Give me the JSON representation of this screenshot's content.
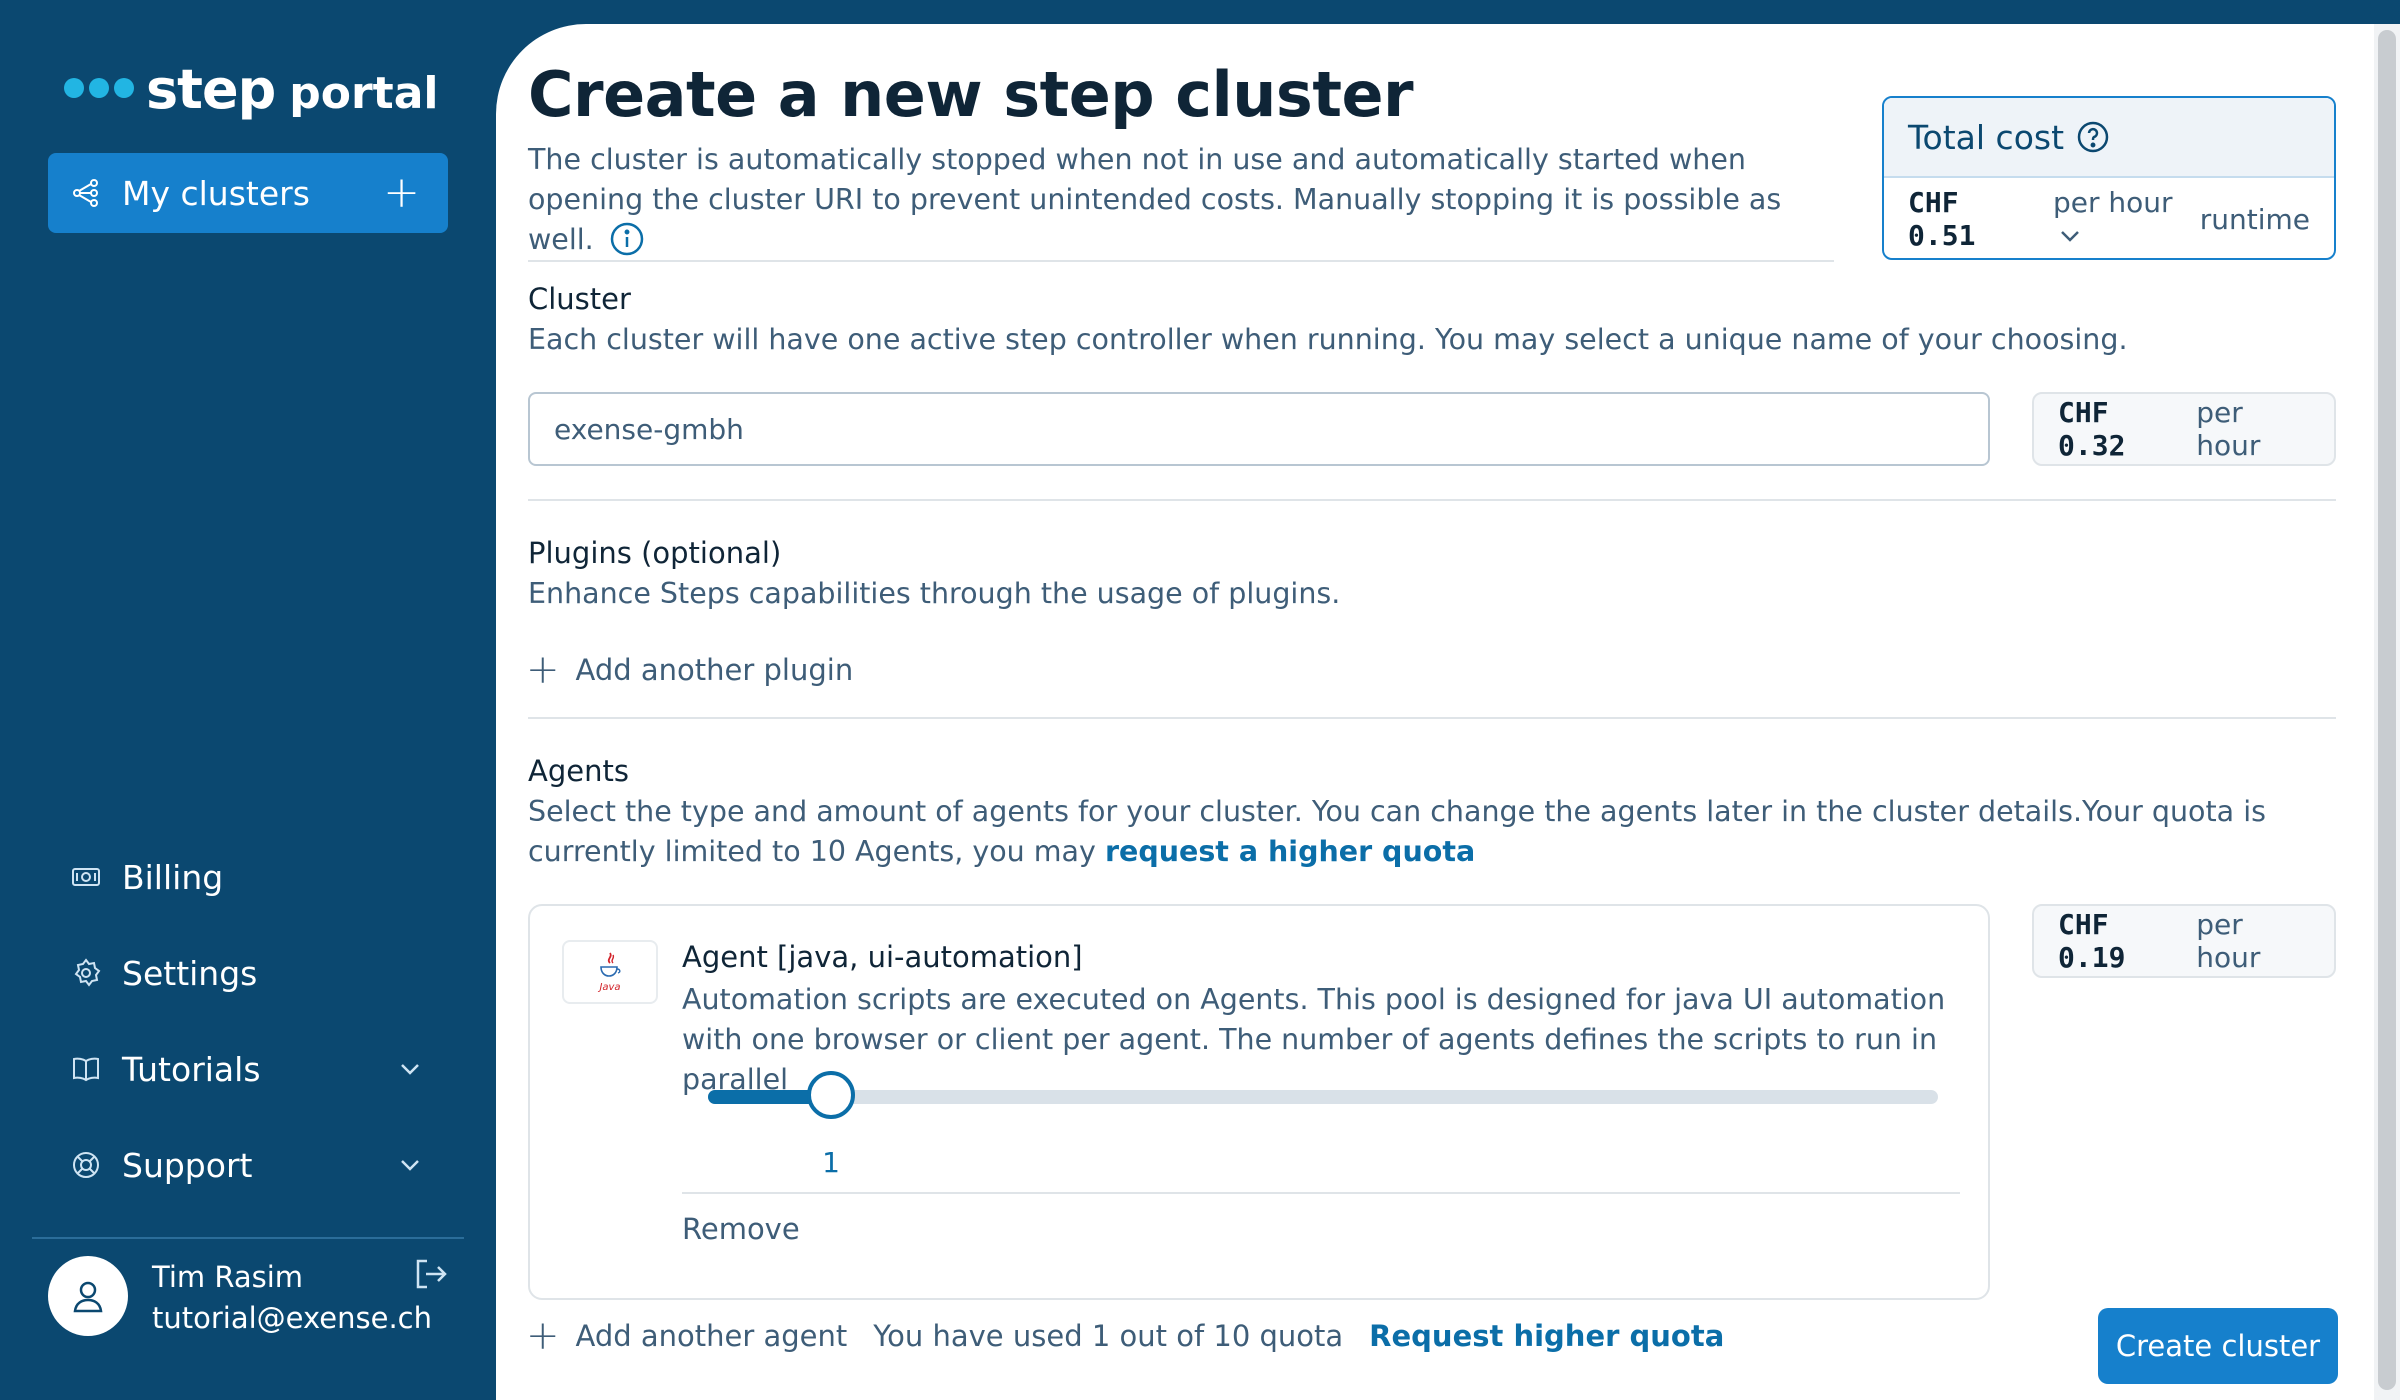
{
  "logo": {
    "name": "step",
    "suffix": "portal"
  },
  "sidebar": {
    "primary": {
      "label": "My clusters",
      "icon": "cluster-icon",
      "action_icon": "plus-icon"
    },
    "items": [
      {
        "label": "Billing",
        "icon": "billing-icon"
      },
      {
        "label": "Settings",
        "icon": "gear-icon"
      },
      {
        "label": "Tutorials",
        "icon": "book-icon",
        "expandable": true
      },
      {
        "label": "Support",
        "icon": "lifebuoy-icon",
        "expandable": true
      }
    ],
    "user": {
      "name": "Tim Rasim",
      "email": "tutorial@exense.ch"
    }
  },
  "page": {
    "title": "Create a new step cluster",
    "description": "The cluster is automatically stopped when not in use and automatically started when opening the cluster URI to prevent unintended costs. Manually stopping it is possible as well."
  },
  "total_cost": {
    "title": "Total cost",
    "amount": "CHF 0.51",
    "unit": "per hour",
    "mode": "runtime"
  },
  "cluster": {
    "title": "Cluster",
    "description": "Each cluster will have one active step controller when running. You may select a unique name of your choosing.",
    "name_value": "exense-gmbh",
    "price": "CHF 0.32",
    "price_unit": "per hour"
  },
  "plugins": {
    "title": "Plugins (optional)",
    "description": "Enhance Steps capabilities through the usage of plugins.",
    "add_label": "Add another plugin"
  },
  "agents": {
    "title": "Agents",
    "description": "Select the type and amount of agents for your cluster. You can change the agents later in the cluster details.Your quota is currently limited to 10 Agents, you may",
    "quota_link": "request a higher quota",
    "card": {
      "logo_text": "Java",
      "title": "Agent [java, ui-automation]",
      "description": "Automation scripts are executed on Agents. This pool is designed for java UI automation with one browser or client per agent. The number of agents defines the scripts to run in parallel",
      "count": 1,
      "count_label": "1",
      "slider_max": 10,
      "remove_label": "Remove",
      "price": "CHF 0.19",
      "price_unit": "per hour"
    },
    "add_label": "Add another agent",
    "quota_used": "You have used 1 out of 10 quota",
    "request_label": "Request higher quota"
  },
  "actions": {
    "create_label": "Create cluster"
  },
  "colors": {
    "sidebar_bg": "#0b4870",
    "accent": "#1680cc",
    "link": "#0b6ea8",
    "text_muted": "#3e5d78"
  }
}
